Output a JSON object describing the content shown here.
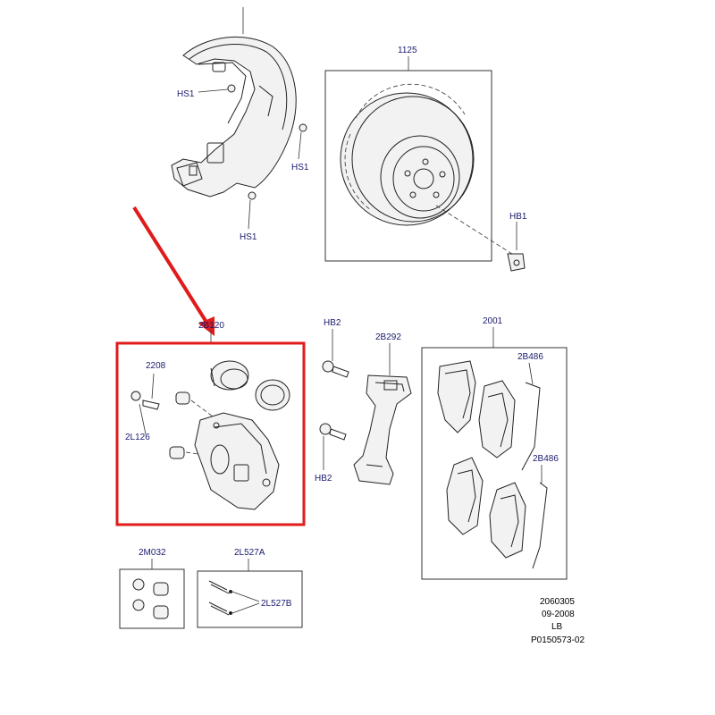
{
  "labels": {
    "hs1_a": "HS1",
    "hs1_b": "HS1",
    "hs1_c": "HS1",
    "rotor": "1125",
    "hb1": "HB1",
    "caliper": "2B120",
    "hb2_top": "HB2",
    "hb2_bottom": "HB2",
    "bracket": "2B292",
    "pads": "2001",
    "clip_a": "2B486",
    "clip_b": "2B486",
    "bleed": "2208",
    "slide": "2L126",
    "kit_boots": "2M032",
    "kit_pins": "2L527A",
    "kit_pins_sub": "2L527B"
  },
  "footer": {
    "code": "2060305",
    "date": "09-2008",
    "side": "LB",
    "ref": "P0150573-02"
  },
  "colors": {
    "highlight": "#e01b1b",
    "label": "#1a1a6e",
    "line": "#222222"
  }
}
